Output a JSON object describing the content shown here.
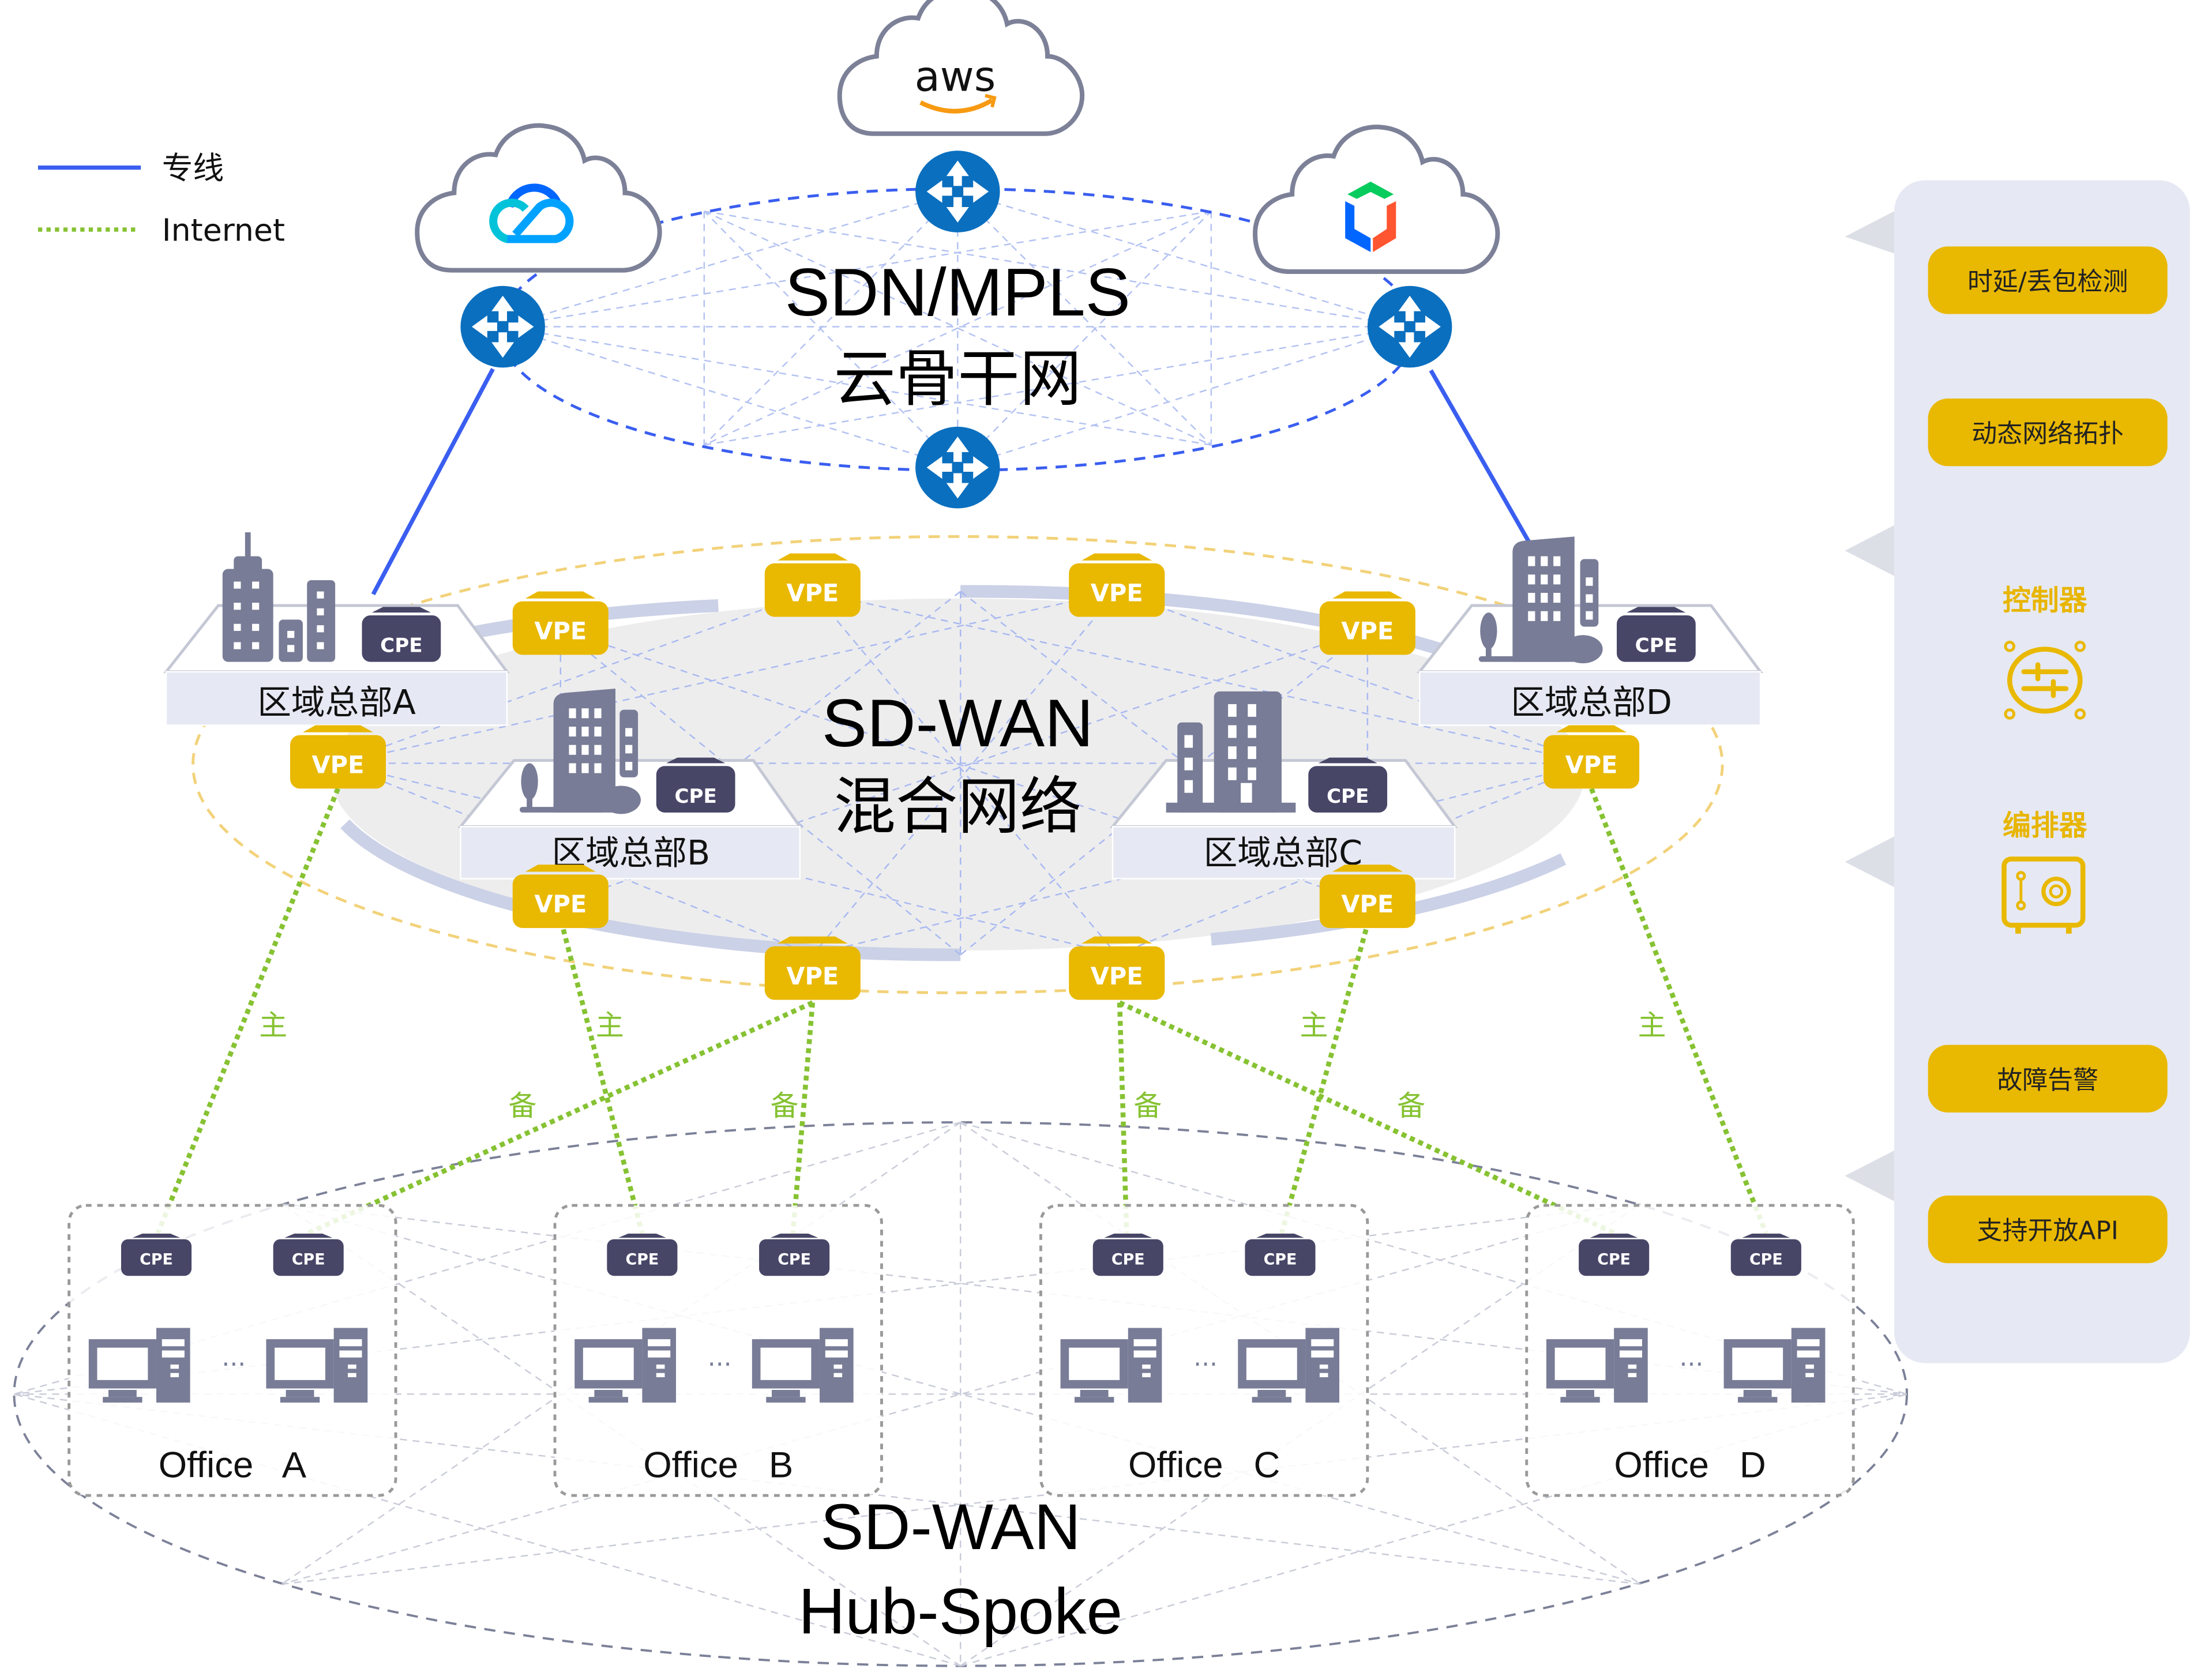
{
  "legend": {
    "items": [
      {
        "label": "专线",
        "style": "solid",
        "color": "#3a5ef0"
      },
      {
        "label": "Internet",
        "style": "dotted",
        "color": "#86c232"
      }
    ]
  },
  "clouds": [
    {
      "name": "tencent-cloud",
      "logo": "tencent-cloud-logo"
    },
    {
      "name": "aws",
      "logo": "aws-logo",
      "text": "aws"
    },
    {
      "name": "third-cloud",
      "logo": "cube-logo"
    }
  ],
  "backbone": {
    "title_line1": "SDN/MPLS",
    "title_line2": "云骨干网"
  },
  "sdwan_hybrid": {
    "title_line1": "SD-WAN",
    "title_line2": "混合网络"
  },
  "hub_spoke": {
    "title_line1": "SD-WAN",
    "title_line2": "Hub-Spoke"
  },
  "device_labels": {
    "vpe": "VPE",
    "cpe": "CPE"
  },
  "headquarters": [
    {
      "label": "区域总部A"
    },
    {
      "label": "区域总部B"
    },
    {
      "label": "区域总部C"
    },
    {
      "label": "区域总部D"
    }
  ],
  "offices": [
    {
      "label": "Office   A"
    },
    {
      "label": "Office   B"
    },
    {
      "label": "Office   C"
    },
    {
      "label": "Office   D"
    }
  ],
  "link_labels": {
    "primary": "主",
    "backup": "备"
  },
  "panel": {
    "buttons_top": [
      "时延/丢包检测",
      "动态网络拓扑"
    ],
    "controller_label": "控制器",
    "orchestrator_label": "编排器",
    "buttons_bottom": [
      "故障告警",
      "支持开放API"
    ]
  },
  "colors": {
    "router_blue": "#0a6fbf",
    "vpe_yellow": "#e9b800",
    "cpe_navy": "#474667",
    "building_gray": "#787c96",
    "panel_bg": "#e6e9f3",
    "leased_line": "#3a5ef0",
    "internet_line": "#86c232"
  }
}
